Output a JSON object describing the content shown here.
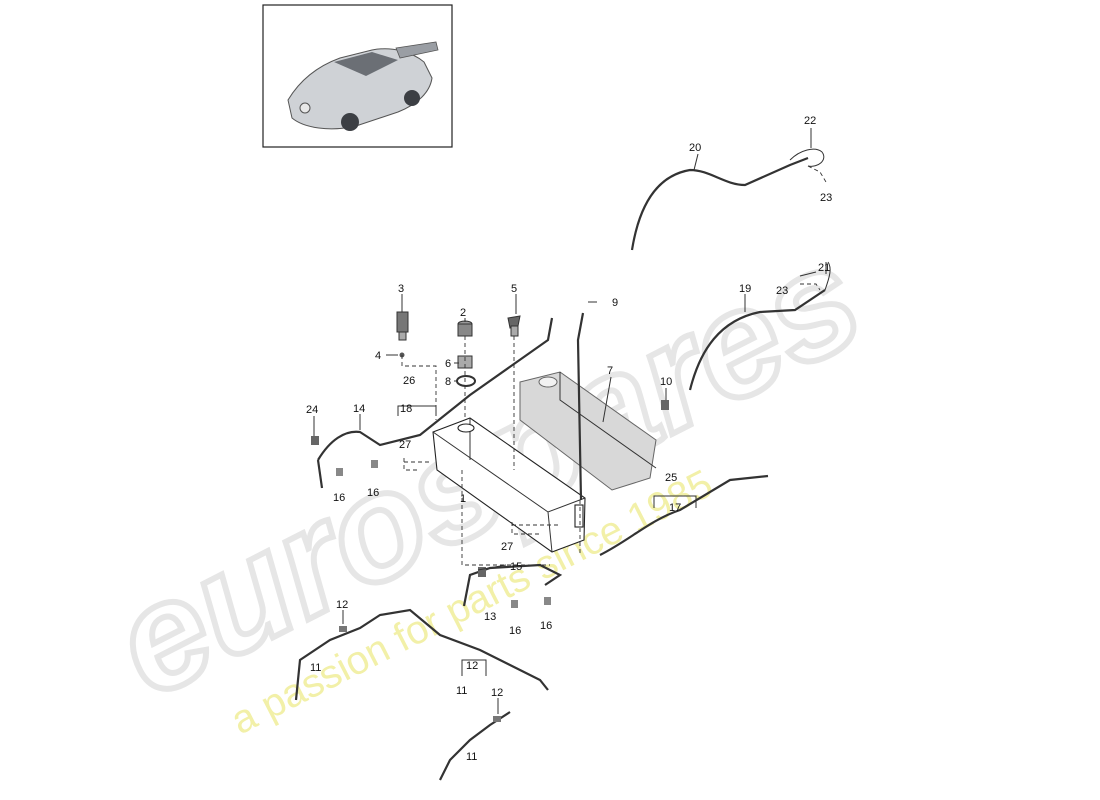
{
  "watermark": {
    "brand": "eurospares",
    "tagline": "a passion for parts since 1985"
  },
  "thumbnail": {
    "icon": "car-thumbnail-icon"
  },
  "labels": {
    "l1": "1",
    "l2": "2",
    "l3": "3",
    "l4": "4",
    "l5": "5",
    "l6": "6",
    "l7": "7",
    "l8": "8",
    "l9": "9",
    "l10": "10",
    "l11a": "11",
    "l11b": "11",
    "l11c": "11",
    "l12a": "12",
    "l12b": "12",
    "l12c": "12",
    "l13": "13",
    "l14": "14",
    "l15": "15",
    "l16a": "16",
    "l16b": "16",
    "l16c": "16",
    "l16d": "16",
    "l17": "17",
    "l18": "18",
    "l19": "19",
    "l20": "20",
    "l21": "21",
    "l22": "22",
    "l23a": "23",
    "l23b": "23",
    "l24": "24",
    "l25": "25",
    "l26": "26",
    "l27a": "27",
    "l27b": "27"
  }
}
